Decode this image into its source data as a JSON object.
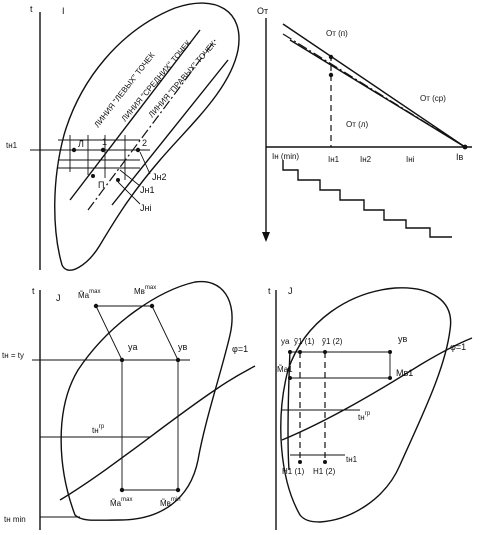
{
  "top_left": {
    "axis_t": "t",
    "axis_i": "I",
    "line_left": "ЛИНИЯ \"ЛЕВЫХ\" ТОЧЕК",
    "line_middle": "ЛИНИЯ \"СРЕДНИХ\" ТОЧЕК",
    "line_right": "ЛИНИЯ \"ПРАВЫХ\" ТОЧЕК",
    "t_n1": "tн1",
    "label_L": "Л",
    "label_1": "1",
    "label_2": "2",
    "label_P": "П",
    "label_In2": "Jн2",
    "label_In1": "Jн1",
    "label_Ini": "Jнi"
  },
  "top_right": {
    "axis_o": "Oт",
    "o_n_top": "Oт (п)",
    "o_cp": "Oт (ср)",
    "o_n_bottom": "Oт (л)",
    "i_min": "Iн (min)",
    "i_1": "Iн1",
    "i_2": "Iн2",
    "i_i": "Iнi",
    "i_b": "Iв"
  },
  "bottom_left": {
    "axis_t": "t",
    "axis_i": "J",
    "m_a_max": "M̃а",
    "m_a_max_sup": "max",
    "m_b_max": "Mв",
    "m_b_max_sup": "max",
    "y_a": "yа",
    "y_b": "yв",
    "phi": "φ=1",
    "t_n_ty": "tн = ty",
    "t_n_gp": "tн",
    "t_n_gp_sup": "гр",
    "m_a_min": "M̃а",
    "m_a_min_sup": "max",
    "m_b_min": "M̃в",
    "m_b_min_sup": "min",
    "t_n_min": "tн min"
  },
  "bottom_right": {
    "axis_t": "t",
    "axis_i": "J",
    "y_a": "yа",
    "y_1_1": "ỹ1 (1)",
    "y_1_2": "ỹ1 (2)",
    "y_b": "yв",
    "phi": "φ=1",
    "m_a1": "M̃а1",
    "m_b1": "Mв1",
    "t_n_gp": "tн",
    "t_n_gp_sup": "гр",
    "t_n1": "tн1",
    "h_1_1": "H1 (1)",
    "h_1_2": "H1 (2)"
  }
}
